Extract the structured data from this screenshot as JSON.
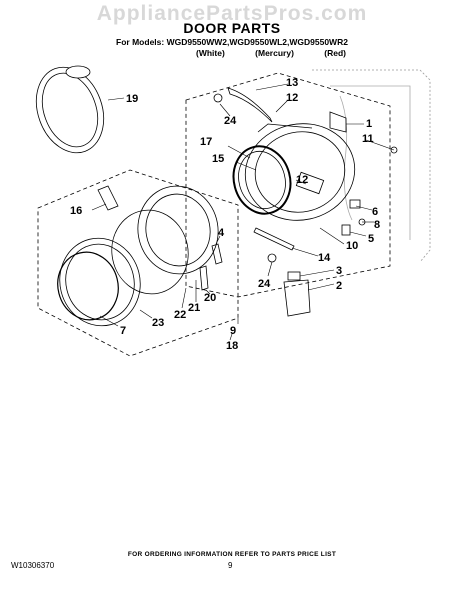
{
  "watermark": "AppliancePartsPros.com",
  "header": {
    "title": "DOOR PARTS",
    "models": "For Models: WGD9550WW2,WGD9550WL2,WGD9550WR2",
    "variants": [
      "(White)",
      "(Mercury)",
      "(Red)"
    ]
  },
  "callouts": [
    "19",
    "13",
    "12",
    "24",
    "1",
    "17",
    "15",
    "11",
    "12",
    "16",
    "6",
    "8",
    "5",
    "10",
    "4",
    "14",
    "3",
    "24",
    "2",
    "20",
    "21",
    "22",
    "23",
    "7",
    "9",
    "18"
  ],
  "footer": {
    "note": "FOR ORDERING INFORMATION REFER TO PARTS PRICE LIST",
    "doc_number": "W10306370",
    "page_number": "9"
  }
}
